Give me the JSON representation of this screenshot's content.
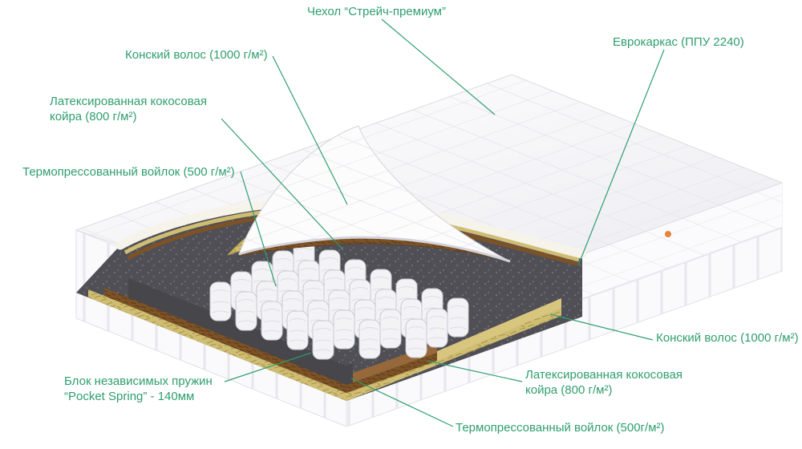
{
  "diagram": {
    "subject": "mattress-layers-cutaway",
    "labels": {
      "cover": "Чехол “Стрейч-премиум”",
      "euroframe": "Еврокаркас (ППУ 2240)",
      "horsehair_top": "Конский волос (1000 г/м²)",
      "coir_top": "Латексированная кокосовая койра (800 г/м²)",
      "felt_top": "Термопрессованный войлок (500 г/м²)",
      "springs": "Блок независимых пружин “Pocket Spring” - 140мм",
      "horsehair_bottom": "Конский волос (1000 г/м²)",
      "coir_bottom": "Латексированная кокосовая койра (800 г/м²)",
      "felt_bottom": "Термопрессованный войлок (500г/м²)"
    },
    "palette": {
      "label_green": "#2f9e6e",
      "cover_white": "#fafafc",
      "straw_yellow": "#cfbd74",
      "coir_brown": "#7d5226",
      "felt_gray": "#4f4f55",
      "spring_white": "#f3f3f6",
      "brand_tag_orange": "#e8833a"
    }
  }
}
